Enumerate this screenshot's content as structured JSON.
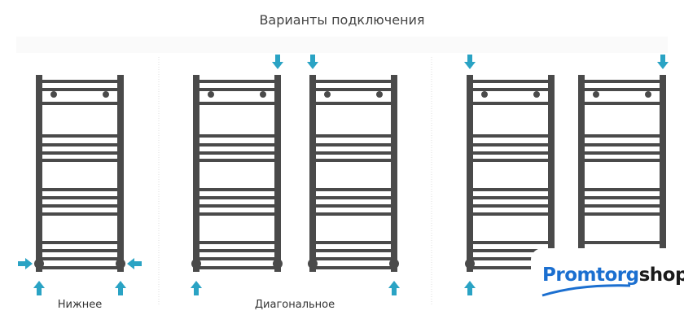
{
  "title": "Варианты подключения",
  "labels": {
    "bottom": "Нижнее",
    "diagonal": "Диагональное"
  },
  "logo": {
    "part1": "Promtorg",
    "part2": "shop"
  },
  "colors": {
    "rail": "#4a4a4a",
    "arrow": "#2aa3c4",
    "accent": "#1b6fd0"
  }
}
